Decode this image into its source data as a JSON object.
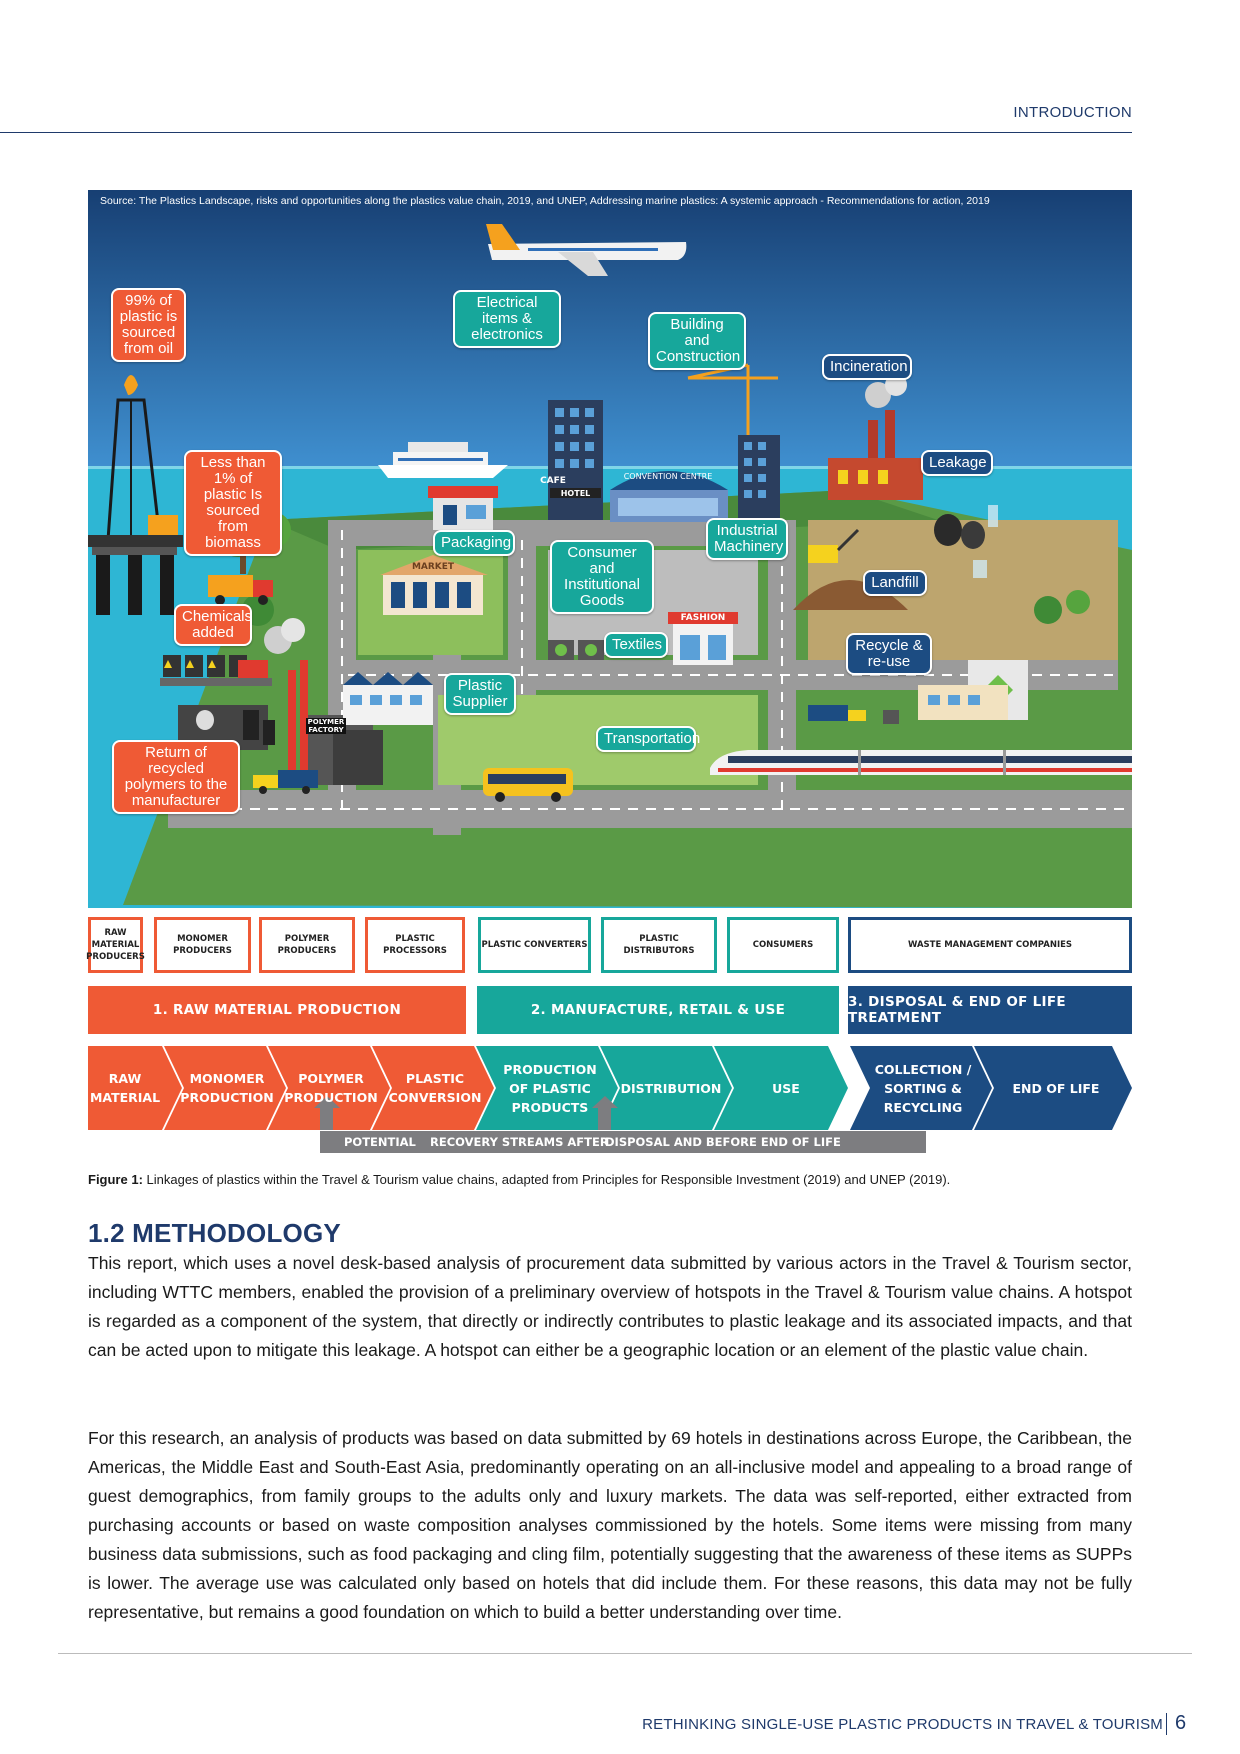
{
  "header": {
    "section": "INTRODUCTION"
  },
  "figure": {
    "source": "Source: The Plastics Landscape, risks and opportunities along the plastics value chain, 2019, and UNEP, Addressing marine plastics: A systemic approach - Recommendations for action, 2019",
    "callouts": {
      "oil": "99% of plastic is sourced from oil",
      "biomass": "Less than 1% of plastic Is sourced from biomass",
      "chemicals": "Chemicals added",
      "return": "Return of recycled polymers to the manufacturer",
      "electrical": "Electrical items & electronics",
      "building": "Building and Construction",
      "packaging": "Packaging",
      "consumer": "Consumer and Institutional Goods",
      "industrial": "Industrial Machinery",
      "textiles": "Textiles",
      "plastic_supplier": "Plastic Supplier",
      "transportation": "Transportation",
      "incineration": "Incineration",
      "leakage": "Leakage",
      "landfill": "Landfill",
      "recycle": "Recycle & re-use"
    },
    "building_labels": {
      "cafe": "CAFE",
      "market": "MARKET",
      "hotel": "HOTEL",
      "convention": "CONVENTION CENTRE",
      "fashion": "FASHION",
      "polymer_factory": "POLYMER FACTORY"
    },
    "actors": [
      "RAW MATERIAL PRODUCERS",
      "MONOMER PRODUCERS",
      "POLYMER PRODUCERS",
      "PLASTIC PROCESSORS",
      "PLASTIC CONVERTERS",
      "PLASTIC DISTRIBUTORS",
      "CONSUMERS",
      "WASTE MANAGEMENT COMPANIES"
    ],
    "stages": [
      "1. RAW MATERIAL PRODUCTION",
      "2. MANUFACTURE, RETAIL & USE",
      "3. DISPOSAL & END OF LIFE TREATMENT"
    ],
    "chain": [
      "RAW MATERIAL",
      "MONOMER PRODUCTION",
      "POLYMER PRODUCTION",
      "PLASTIC CONVERSION",
      "PRODUCTION OF PLASTIC PRODUCTS",
      "DISTRIBUTION",
      "USE",
      "COLLECTION / SORTING & RECYCLING",
      "END OF LIFE"
    ],
    "recovery": [
      "POTENTIAL",
      "RECOVERY STREAMS AFTER",
      "DISPOSAL AND BEFORE END OF LIFE"
    ],
    "caption_label": "Figure 1:",
    "caption_text": " Linkages of plastics within the Travel & Tourism value chains, adapted from Principles for Responsible Investment (2019) and UNEP (2019).",
    "colors": {
      "red": "#ef5a35",
      "teal": "#17a79b",
      "navy": "#1c4c82",
      "grey": "#7d7d80"
    }
  },
  "section": {
    "title": "1.2 METHODOLOGY",
    "p1": "This report, which uses a novel desk-based analysis of procurement data submitted by various actors in the Travel & Tourism sector, including WTTC members, enabled the provision of a preliminary overview of hotspots in the Travel & Tourism value chains. A hotspot is regarded as a component of the system, that directly or indirectly contributes to plastic leakage and its associated impacts, and that can be acted upon to mitigate this leakage. A hotspot can either be a geographic location or an element of the plastic value chain.",
    "p2": "For this research, an analysis of products was based on data submitted by 69 hotels in destinations across Europe, the Caribbean, the Americas, the Middle East and South-East Asia, predominantly operating on an all-inclusive model and appealing to a broad range of guest demographics, from family groups to the adults only and luxury markets. The data was self-reported, either extracted from purchasing accounts or based on waste composition analyses commissioned by the hotels. Some items were missing from many business data submissions, such as food packaging and cling film, potentially suggesting that the awareness of these items as SUPPs is lower. The average use was calculated only based on hotels that did include them. For these reasons, this data may not be fully representative, but remains a good foundation on which to build a better understanding over time."
  },
  "footer": {
    "title": "RETHINKING SINGLE-USE PLASTIC PRODUCTS IN TRAVEL & TOURISM",
    "page": "6"
  }
}
